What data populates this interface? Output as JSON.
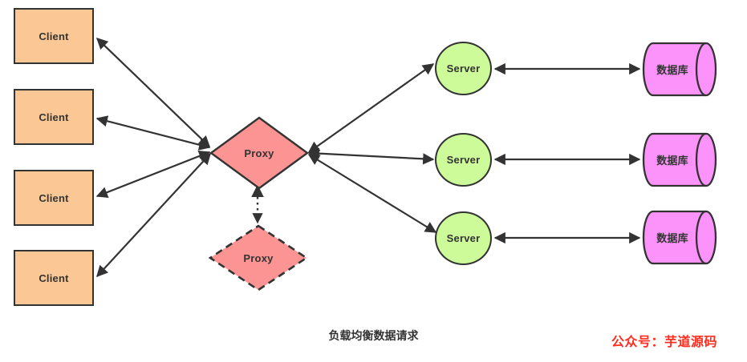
{
  "diagram": {
    "caption": "负载均衡数据请求",
    "watermark": "公众号：芋道源码",
    "colors": {
      "client_fill": "#FBC895",
      "proxy_fill": "#FB9493",
      "server_fill": "#CDFB99",
      "database_fill": "#FC93FA",
      "stroke": "#333333",
      "watermark_color": "#FF2D20",
      "background": "#FFFFFF"
    },
    "clients": [
      {
        "label": "Client"
      },
      {
        "label": "Client"
      },
      {
        "label": "Client"
      },
      {
        "label": "Client"
      }
    ],
    "proxies": [
      {
        "label": "Proxy",
        "style": "solid"
      },
      {
        "label": "Proxy",
        "style": "dashed"
      }
    ],
    "servers": [
      {
        "label": "Server"
      },
      {
        "label": "Server"
      },
      {
        "label": "Server"
      }
    ],
    "databases": [
      {
        "label": "数据库"
      },
      {
        "label": "数据库"
      },
      {
        "label": "数据库"
      }
    ],
    "edges": [
      {
        "from": "client-1",
        "to": "proxy-primary",
        "arrows": "both",
        "style": "solid"
      },
      {
        "from": "client-2",
        "to": "proxy-primary",
        "arrows": "both",
        "style": "solid"
      },
      {
        "from": "client-3",
        "to": "proxy-primary",
        "arrows": "both",
        "style": "solid"
      },
      {
        "from": "client-4",
        "to": "proxy-primary",
        "arrows": "both",
        "style": "solid"
      },
      {
        "from": "proxy-primary",
        "to": "proxy-backup",
        "arrows": "both",
        "style": "dotted"
      },
      {
        "from": "proxy-primary",
        "to": "server-1",
        "arrows": "both",
        "style": "solid"
      },
      {
        "from": "proxy-primary",
        "to": "server-2",
        "arrows": "both",
        "style": "solid"
      },
      {
        "from": "proxy-primary",
        "to": "server-3",
        "arrows": "both",
        "style": "solid"
      },
      {
        "from": "server-1",
        "to": "database-1",
        "arrows": "both",
        "style": "solid"
      },
      {
        "from": "server-2",
        "to": "database-2",
        "arrows": "both",
        "style": "solid"
      },
      {
        "from": "server-3",
        "to": "database-3",
        "arrows": "both",
        "style": "solid"
      }
    ]
  }
}
